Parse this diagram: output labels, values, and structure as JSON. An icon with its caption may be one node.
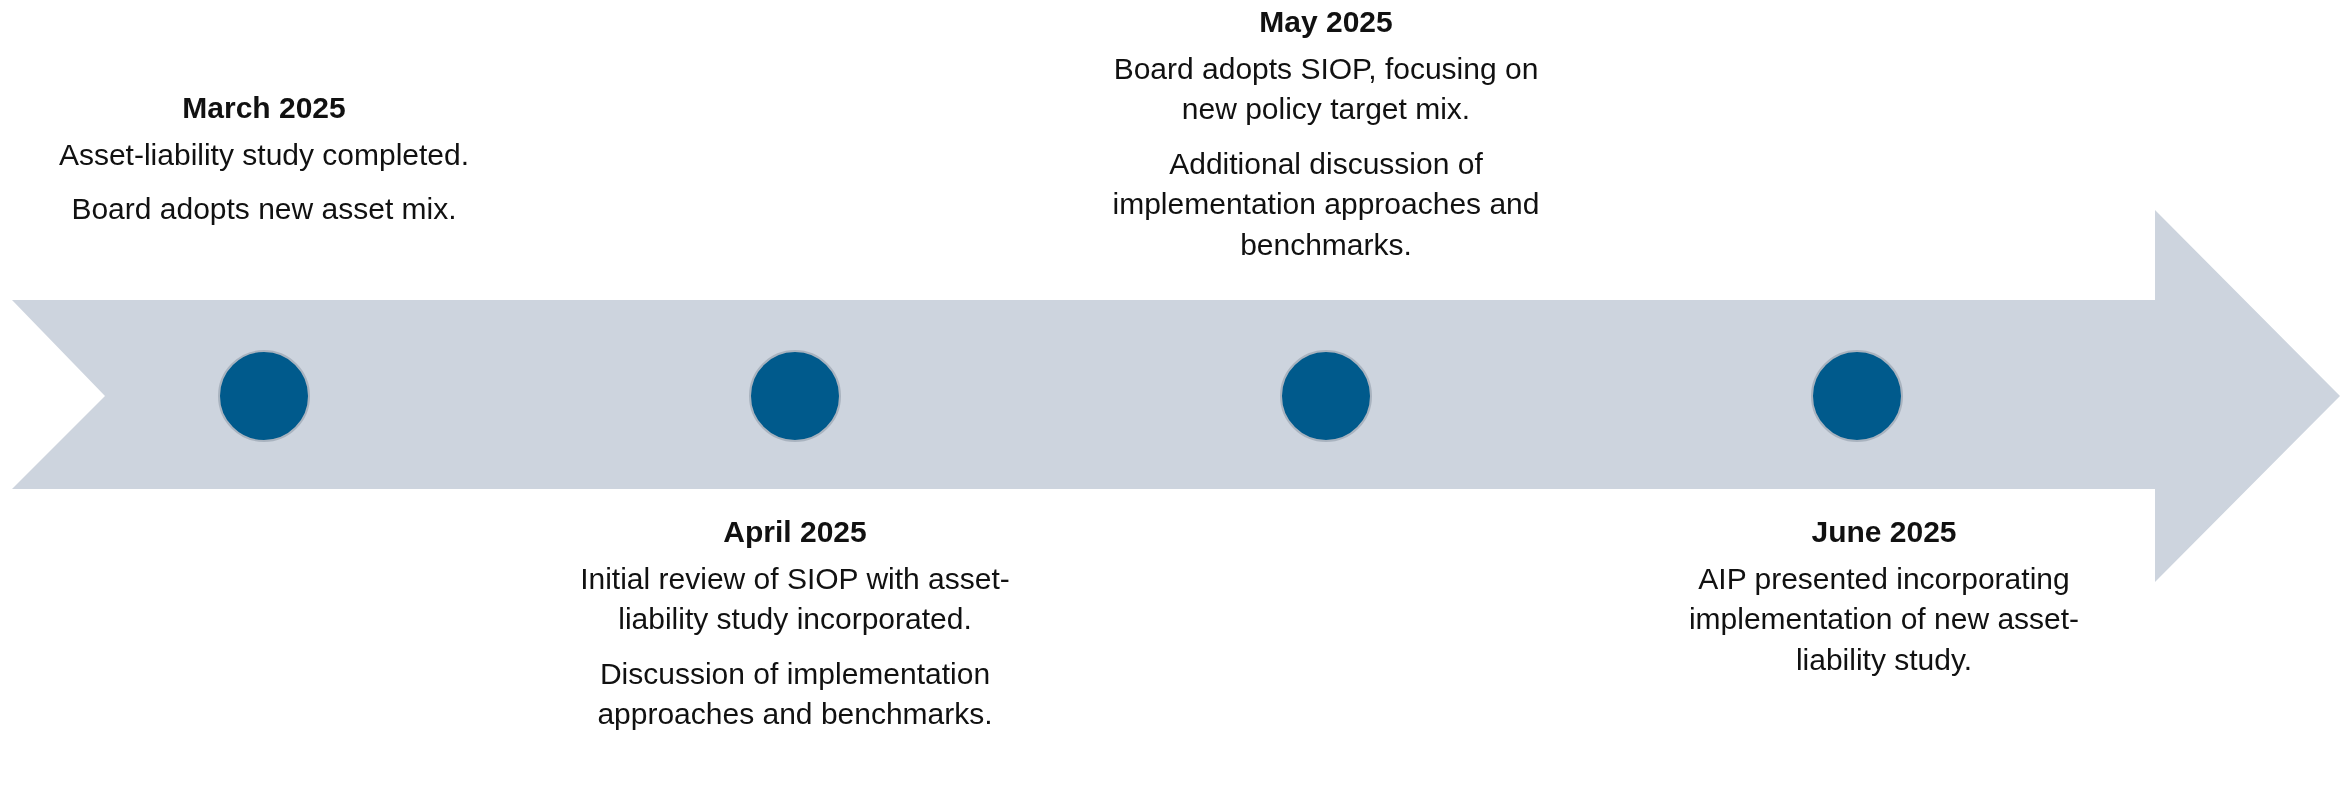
{
  "diagram": {
    "nodes": [
      {
        "text": [],
        "shape": "arrow"
      },
      {
        "text": [],
        "shape": "circle",
        "in": 0,
        "beside": [
          "March 2025",
          "Asset-liability study completed.",
          "Board adopts new asset mix."
        ]
      },
      {
        "text": [],
        "shape": "circle",
        "in": 0,
        "beside": [
          "April 2025",
          "Initial review of SIOP with asset-liability study incorporated.",
          "Discussion of implementation approaches and benchmarks."
        ]
      },
      {
        "text": [],
        "shape": "circle",
        "in": 0,
        "beside": [
          "May 2025",
          "Board adopts SIOP, focusing on new policy target mix.",
          "Additional discussion of implementation approaches and benchmarks."
        ]
      },
      {
        "text": [],
        "shape": "circle",
        "in": 0,
        "beside": [
          "June 2025",
          "AIP presented incorporating implementation of new asset-liability study."
        ]
      }
    ],
    "edges": []
  }
}
